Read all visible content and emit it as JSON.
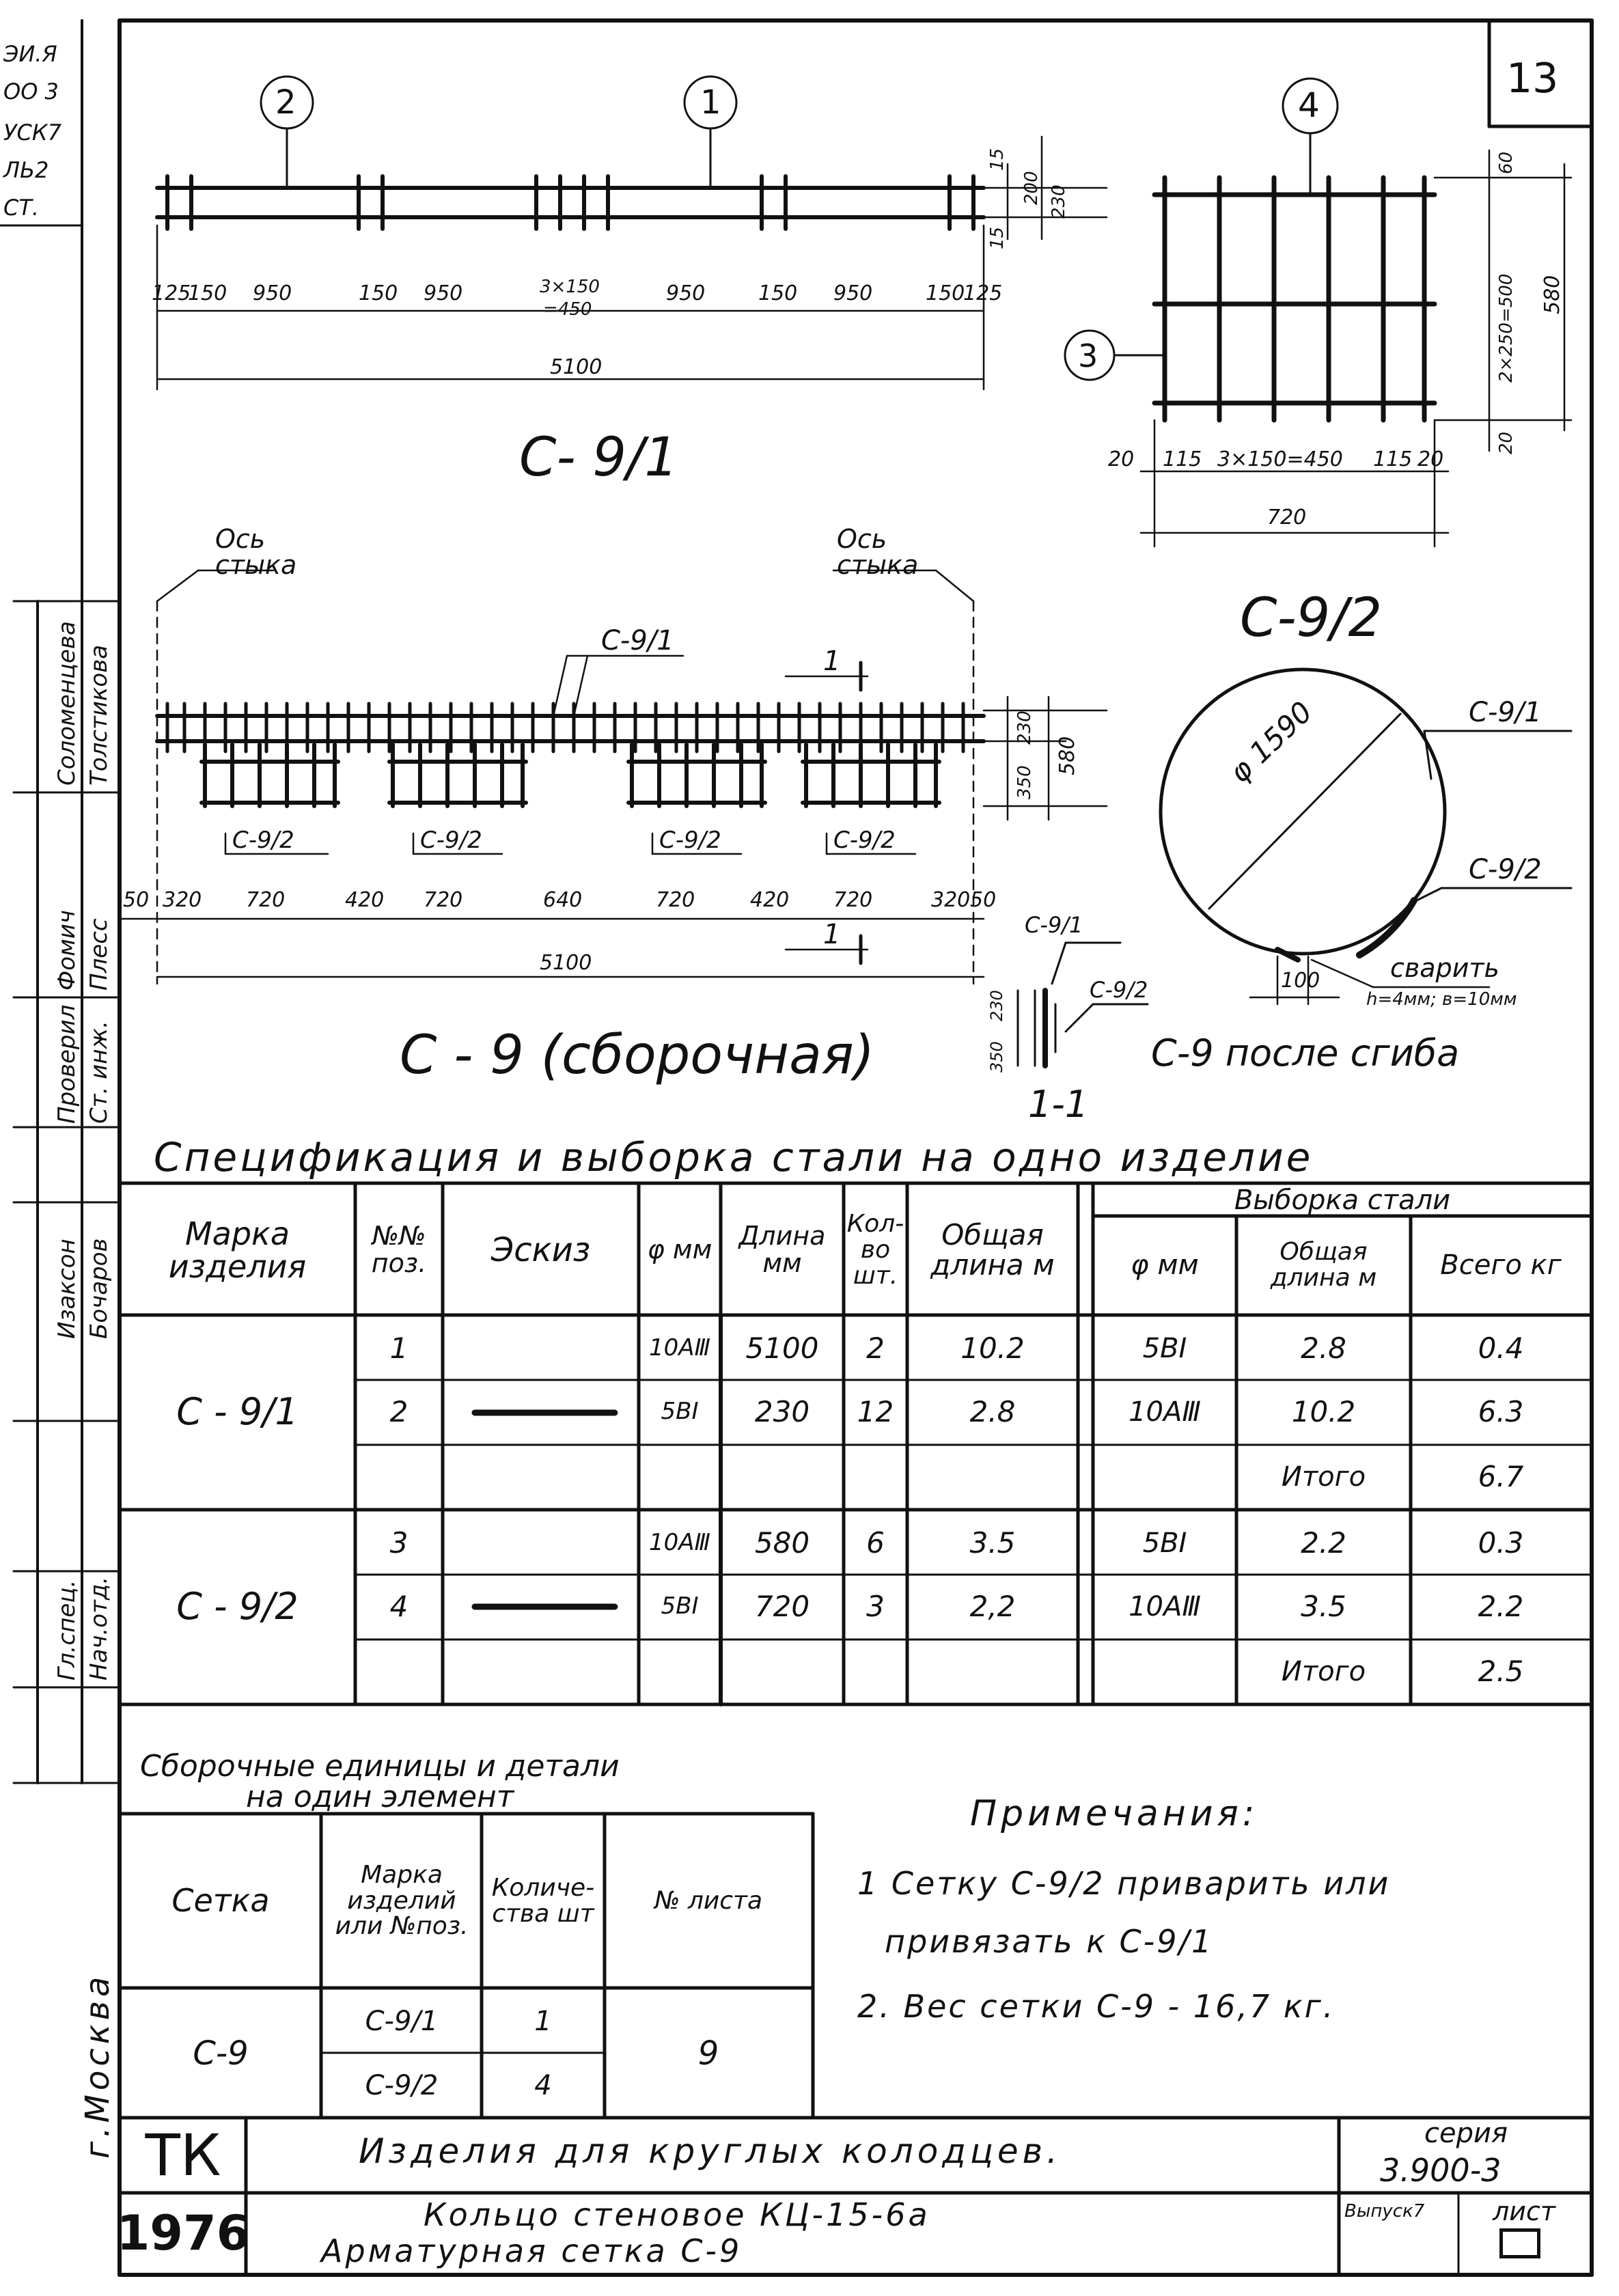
{
  "sheet_number": "13",
  "corner_labels": [
    "ЭИ.Я",
    "ОО 3",
    "УСК7",
    "ЛЬ2",
    "СТ."
  ],
  "plan_top": {
    "positions": [
      "2",
      "1"
    ],
    "dims": [
      "125",
      "150",
      "950",
      "150",
      "950",
      "3×150",
      "=450",
      "950",
      "150",
      "950",
      "150",
      "125"
    ],
    "total": "5100",
    "vdims": [
      "15",
      "200",
      "15",
      "230"
    ],
    "caption": "С- 9/1"
  },
  "plan_right": {
    "positions": [
      "4",
      "3"
    ],
    "vdims": [
      "60",
      "2×250=500",
      "20",
      "580"
    ],
    "hdims": [
      "20",
      "115",
      "3×150=450",
      "115",
      "20"
    ],
    "total": "720",
    "caption": "С-9/2"
  },
  "assembly": {
    "axis_label": [
      "Ось",
      "стыка"
    ],
    "mesh_top": "С-9/1",
    "section_mark": "1",
    "sub_labels": [
      "С-9/2",
      "С-9/2",
      "С-9/2",
      "С-9/2"
    ],
    "dims": [
      "50",
      "320",
      "720",
      "420",
      "720",
      "640",
      "720",
      "420",
      "720",
      "320",
      "50"
    ],
    "total": "5100",
    "vdims": [
      "230",
      "350",
      "580"
    ],
    "caption": "С - 9 (сборочная)"
  },
  "section": {
    "labels": [
      "С-9/1",
      "С-9/2"
    ],
    "vdims": [
      "230",
      "350"
    ],
    "caption": "1-1"
  },
  "ring": {
    "diameter": "φ 1590",
    "labels": [
      "С-9/1",
      "С-9/2"
    ],
    "weld": "сварить",
    "weld_spec": "h=4мм; в=10мм",
    "gap": "100",
    "caption": "С-9 после сгиба"
  },
  "spec": {
    "title": "Спецификация и выборка стали на одно изделие",
    "headers": {
      "mark": "Марка изделия",
      "pos": "№№ поз.",
      "sketch": "Эскиз",
      "dia": "φ мм",
      "length": "Длина мм",
      "qty": "Кол-во шт.",
      "total_len": "Общая длина м",
      "sel": "Выборка стали",
      "sel_dia": "φ мм",
      "sel_len": "Общая длина м",
      "sel_kg": "Всего кг"
    },
    "groups": [
      {
        "mark": "С - 9/1",
        "rows": [
          {
            "pos": "1",
            "dia": "10АⅢ",
            "len": "5100",
            "qty": "2",
            "tot": "10.2",
            "sdia": "5ВⅠ",
            "slen": "2.8",
            "kg": "0.4"
          },
          {
            "pos": "2",
            "dia": "5ВⅠ",
            "len": "230",
            "qty": "12",
            "tot": "2.8",
            "sdia": "10АⅢ",
            "slen": "10.2",
            "kg": "6.3"
          },
          {
            "pos": "",
            "dia": "",
            "len": "",
            "qty": "",
            "tot": "",
            "sdia": "",
            "slen": "Итого",
            "kg": "6.7"
          }
        ]
      },
      {
        "mark": "С - 9/2",
        "rows": [
          {
            "pos": "3",
            "dia": "10АⅢ",
            "len": "580",
            "qty": "6",
            "tot": "3.5",
            "sdia": "5ВⅠ",
            "slen": "2.2",
            "kg": "0.3"
          },
          {
            "pos": "4",
            "dia": "5ВⅠ",
            "len": "720",
            "qty": "3",
            "tot": "2,2",
            "sdia": "10АⅢ",
            "slen": "3.5",
            "kg": "2.2"
          },
          {
            "pos": "",
            "dia": "",
            "len": "",
            "qty": "",
            "tot": "",
            "sdia": "",
            "slen": "Итого",
            "kg": "2.5"
          }
        ]
      }
    ]
  },
  "assembly_units": {
    "title_1": "Сборочные единицы и детали",
    "title_2": "на один элемент",
    "headers": {
      "net": "Сетка",
      "mark": "Марка изделий или №поз.",
      "qty": "Количе- ства шт",
      "sheet": "№ листа"
    },
    "net": "С-9",
    "rows": [
      {
        "mark": "С-9/1",
        "qty": "1"
      },
      {
        "mark": "С-9/2",
        "qty": "4"
      }
    ],
    "sheet": "9"
  },
  "notes": {
    "title": "Примечания:",
    "items": [
      "1 Сетку С-9/2 приварить или",
      "привязать к С-9/1",
      "2. Вес сетки С-9 - 16,7 кг."
    ]
  },
  "side_labels": [
    "Толстикова",
    "Соломенцева",
    "Плесс",
    "Фомич",
    "Ст. инж.",
    "Проверил",
    "Бочаров",
    "Изаксон",
    "Нач.отд.",
    "Гл.спец.",
    "г.Москва"
  ],
  "title_block": {
    "org": "ТК",
    "year": "1976",
    "title": "Изделия для круглых колодцев.",
    "subtitle_1": "Кольцо стеновое КЦ-15-6а",
    "subtitle_2": "Арматурная сетка С-9",
    "series_label": "серия",
    "series": "3.900-3",
    "issue": "Выпуск7",
    "sheet_label": "лист"
  }
}
